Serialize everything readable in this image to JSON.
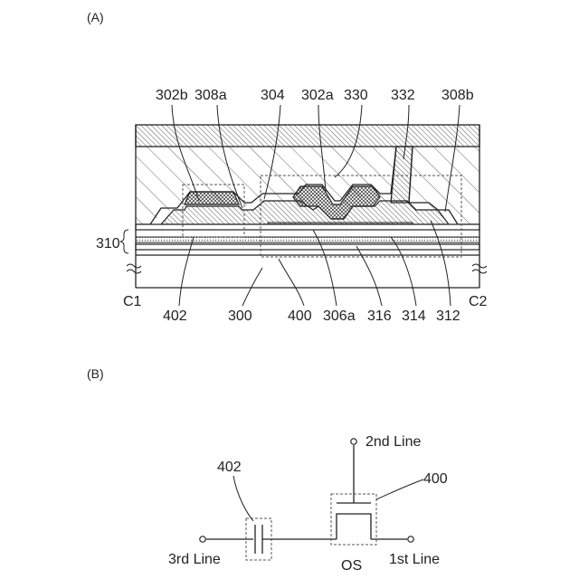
{
  "panel_a": {
    "panel_label": "(A)",
    "callouts_top": [
      "302b",
      "308a",
      "304",
      "302a",
      "330",
      "332",
      "308b"
    ],
    "callout_side": "310",
    "callouts_bottom": [
      "402",
      "300",
      "400",
      "306a",
      "316",
      "314",
      "312"
    ],
    "section_left": "C1",
    "section_right": "C2"
  },
  "panel_b": {
    "panel_label": "(B)",
    "capacitor_label": "402",
    "transistor_label": "400",
    "transistor_type": "OS",
    "line_top": "2nd Line",
    "line_left": "3rd Line",
    "line_right": "1st Line"
  }
}
